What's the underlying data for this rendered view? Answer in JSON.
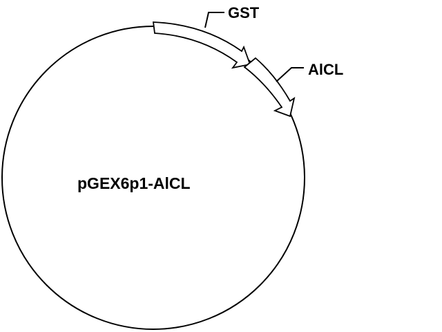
{
  "plasmid": {
    "name": "pGEX6p1-AlCL",
    "topology": "circular"
  },
  "features": [
    {
      "id": "gst",
      "label": "GST",
      "type": "arrow",
      "direction": "clockwise"
    },
    {
      "id": "alcl",
      "label": "AlCL",
      "type": "arrow",
      "direction": "clockwise"
    }
  ],
  "colors": {
    "line": "#000000",
    "feature_fill": "#ffffff",
    "background": "#ffffff"
  }
}
